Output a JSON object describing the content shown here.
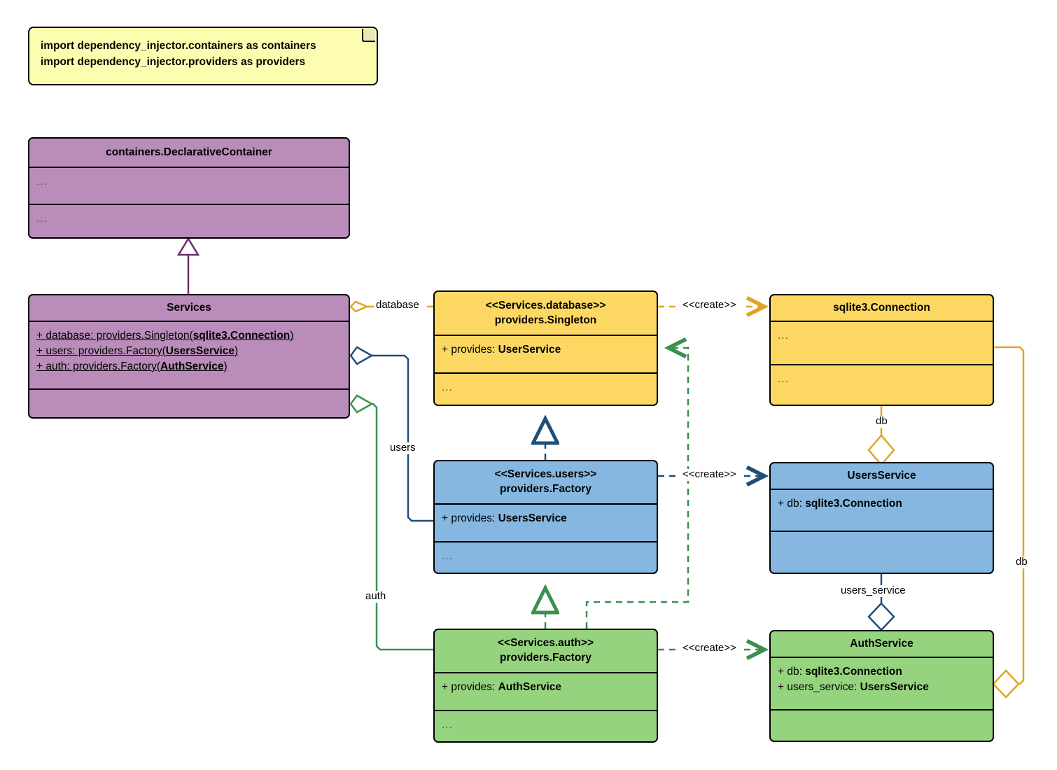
{
  "diagram": {
    "title": "dependency_injector UML class diagram",
    "note": {
      "line1": "import dependency_injector.containers as containers",
      "line2": "import dependency_injector.providers as providers"
    },
    "colors": {
      "purple": "#b98cba",
      "yellow": "#fcd862",
      "blue": "#85b7e0",
      "green": "#96d37e",
      "note": "#fdfdb0",
      "orange_edge": "#e0a526",
      "blue_edge": "#1f4e79",
      "green_edge": "#3c8f4e",
      "purple_edge": "#6b2f6b",
      "outline": "#000000"
    },
    "classes": {
      "declarative_container": {
        "name": "containers.DeclarativeContainer",
        "attributes": "...",
        "operations": "..."
      },
      "services": {
        "name": "Services",
        "attributes": [
          {
            "prefix": "+ database: providers.Singleton(",
            "type": "sqlite3.Connection",
            "suffix": ")"
          },
          {
            "prefix": "+ users: providers.Factory(",
            "type": "UsersService",
            "suffix": ")"
          },
          {
            "prefix": "+ auth: providers.Factory(",
            "type": "AuthService",
            "suffix": ")"
          }
        ],
        "operations": ""
      },
      "services_database": {
        "stereotype": "<<Services.database>>",
        "name": "providers.Singleton",
        "attribute": {
          "prefix": "+ provides: ",
          "type": "UserService"
        },
        "operations": "..."
      },
      "sqlite3_connection": {
        "name": "sqlite3.Connection",
        "attributes": "...",
        "operations": "..."
      },
      "services_users": {
        "stereotype": "<<Services.users>>",
        "name": "providers.Factory",
        "attribute": {
          "prefix": "+ provides: ",
          "type": "UsersService"
        },
        "operations": "..."
      },
      "users_service": {
        "name": "UsersService",
        "attributes": [
          {
            "prefix": "+ db: ",
            "type": "sqlite3.Connection"
          }
        ],
        "operations": ""
      },
      "services_auth": {
        "stereotype": "<<Services.auth>>",
        "name": "providers.Factory",
        "attribute": {
          "prefix": "+ provides: ",
          "type": "AuthService"
        },
        "operations": "..."
      },
      "auth_service": {
        "name": "AuthService",
        "attributes": [
          {
            "prefix": "+ db: ",
            "type": "sqlite3.Connection"
          },
          {
            "prefix": "+ users_service: ",
            "type": "UsersService"
          }
        ],
        "operations": ""
      }
    },
    "edges": {
      "database_label": "database",
      "users_label": "users",
      "auth_label": "auth",
      "create_database": "<<create>>",
      "create_users": "<<create>>",
      "create_auth": "<<create>>",
      "db_users": "db",
      "db_auth": "db",
      "users_service_label": "users_service"
    }
  }
}
